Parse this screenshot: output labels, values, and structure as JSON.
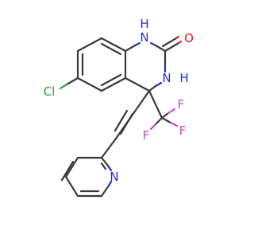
{
  "molecule": {
    "atoms": {
      "n1h": "H",
      "n1": "N",
      "o": "O",
      "n3": "N",
      "n3h": "H",
      "cl": "Cl",
      "f1": "F",
      "f2": "F",
      "f3": "F",
      "npy": "N"
    }
  }
}
